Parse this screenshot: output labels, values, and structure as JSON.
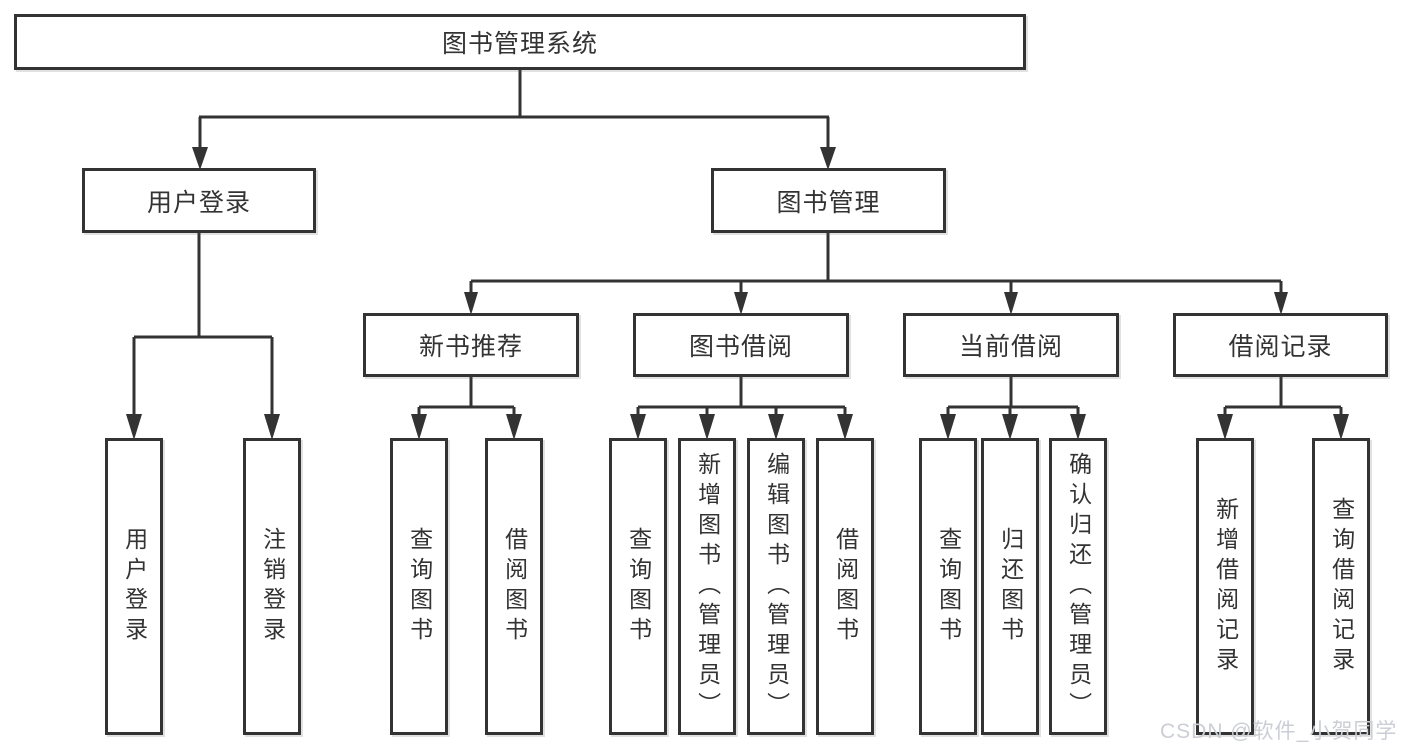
{
  "title": "图书管理系统",
  "colors": {
    "line": "#333333",
    "text": "#333333",
    "background": "#ffffff",
    "watermark": "#ccced6"
  },
  "tree": {
    "root": {
      "label": "图书管理系统"
    },
    "level2": [
      {
        "id": "user-login",
        "label": "用户登录"
      },
      {
        "id": "book-management",
        "label": "图书管理"
      }
    ],
    "level3": [
      {
        "id": "new-book-recommend",
        "parent": "图书管理",
        "label": "新书推荐"
      },
      {
        "id": "book-borrowing",
        "parent": "图书管理",
        "label": "图书借阅"
      },
      {
        "id": "current-borrowing",
        "parent": "图书管理",
        "label": "当前借阅"
      },
      {
        "id": "borrowing-records",
        "parent": "图书管理",
        "label": "借阅记录"
      }
    ],
    "leaves": [
      {
        "parent": "用户登录",
        "label": "用户登录"
      },
      {
        "parent": "用户登录",
        "label": "注销登录"
      },
      {
        "parent": "新书推荐",
        "label": "查询图书"
      },
      {
        "parent": "新书推荐",
        "label": "借阅图书"
      },
      {
        "parent": "图书借阅",
        "label": "查询图书"
      },
      {
        "parent": "图书借阅",
        "label": "新增图书（管理员）"
      },
      {
        "parent": "图书借阅",
        "label": "编辑图书（管理员）"
      },
      {
        "parent": "图书借阅",
        "label": "借阅图书"
      },
      {
        "parent": "当前借阅",
        "label": "查询图书"
      },
      {
        "parent": "当前借阅",
        "label": "归还图书"
      },
      {
        "parent": "当前借阅",
        "label": "确认归还（管理员）"
      },
      {
        "parent": "借阅记录",
        "label": "新增借阅记录"
      },
      {
        "parent": "借阅记录",
        "label": "查询借阅记录"
      }
    ]
  },
  "watermark": {
    "text": "CSDN @软件_小贺同学"
  }
}
